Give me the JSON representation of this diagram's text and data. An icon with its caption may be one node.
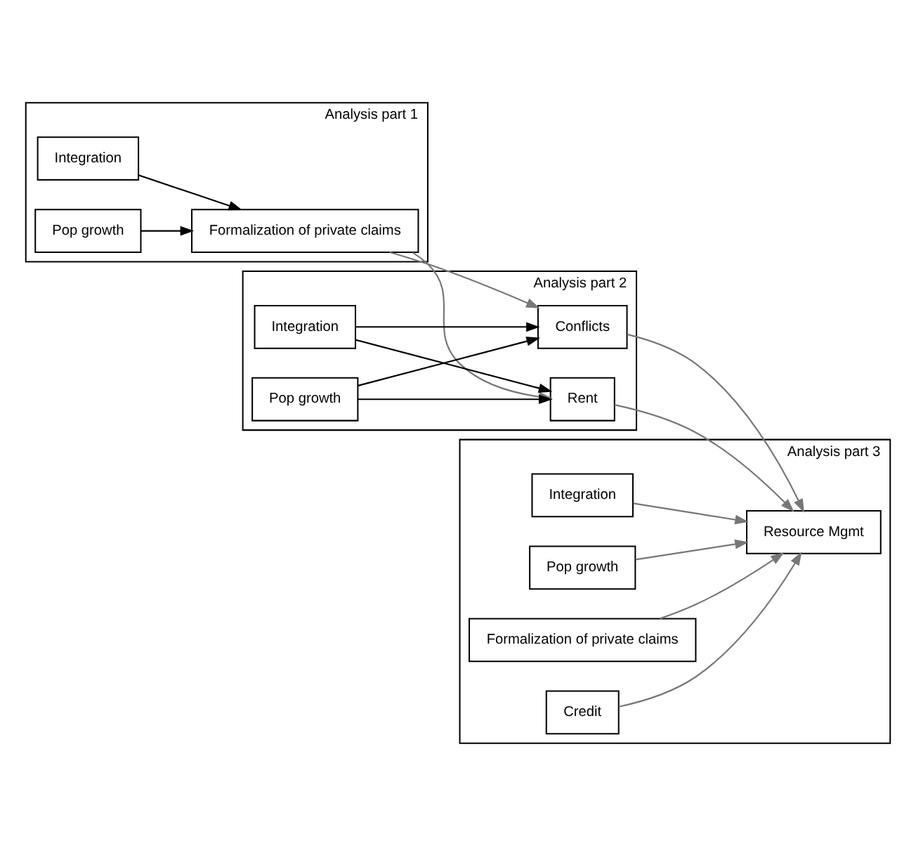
{
  "diagram": {
    "nodes": [
      {
        "text": [
          "Analysis part 1"
        ]
      },
      {
        "text": [
          "Integration"
        ],
        "in": 0
      },
      {
        "text": [
          "Pop growth"
        ],
        "in": 0
      },
      {
        "text": [
          "Formalization of private claims"
        ],
        "in": 0
      },
      {
        "text": [
          "Analysis part 2"
        ]
      },
      {
        "text": [
          "Integration"
        ],
        "in": 4
      },
      {
        "text": [
          "Pop growth"
        ],
        "in": 4
      },
      {
        "text": [
          "Rent"
        ],
        "in": 4
      },
      {
        "text": [
          "Conflicts"
        ],
        "in": 4
      },
      {
        "text": [
          "Analysis part 3"
        ]
      },
      {
        "text": [
          "Integration"
        ],
        "in": 9
      },
      {
        "text": [
          "Pop growth"
        ],
        "in": 9
      },
      {
        "text": [
          "Formalization of private claims"
        ],
        "in": 9
      },
      {
        "text": [
          "Credit"
        ],
        "in": 9
      },
      {
        "text": [
          "Resource Mgmt"
        ],
        "in": 9
      }
    ],
    "edges": [
      {
        "from": 1,
        "to": 3,
        "arrow": "to",
        "color": "#000000"
      },
      {
        "from": 2,
        "to": 3,
        "arrow": "to",
        "color": "#000000"
      },
      {
        "from": 3,
        "to": 7,
        "arrow": "to"
      },
      {
        "from": 3,
        "to": 8,
        "arrow": "to"
      },
      {
        "from": 5,
        "to": 7,
        "arrow": "to",
        "color": "#000000"
      },
      {
        "from": 5,
        "to": 8,
        "arrow": "to",
        "color": "#000000"
      },
      {
        "from": 6,
        "to": 7,
        "arrow": "to",
        "color": "#000000"
      },
      {
        "from": 6,
        "to": 8,
        "arrow": "to",
        "color": "#000000"
      },
      {
        "from": 7,
        "to": 14,
        "arrow": "to"
      },
      {
        "from": 8,
        "to": 14,
        "arrow": "to"
      },
      {
        "from": 10,
        "to": 14,
        "arrow": "to"
      },
      {
        "from": 11,
        "to": 14,
        "arrow": "to"
      },
      {
        "from": 12,
        "to": 14,
        "arrow": "to"
      },
      {
        "from": 13,
        "to": 14,
        "arrow": "to"
      }
    ]
  }
}
